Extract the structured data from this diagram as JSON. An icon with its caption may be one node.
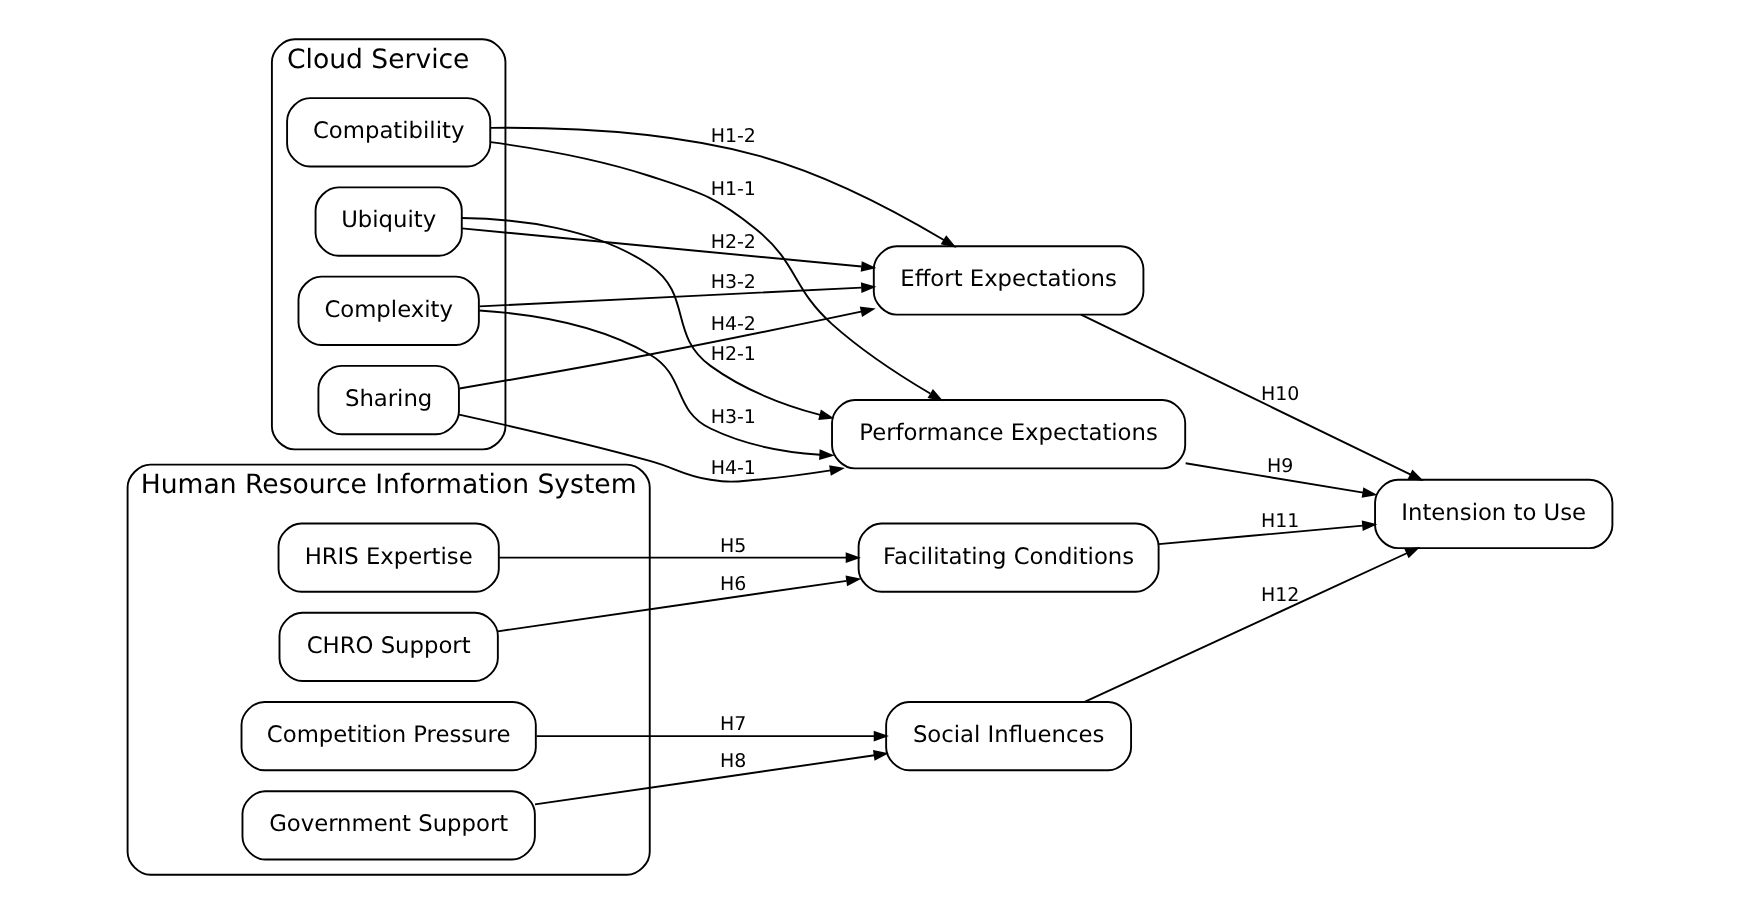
{
  "diagram": {
    "nodes": [
      {
        "text": [
          "Cloud Service"
        ]
      },
      {
        "text": [
          "Compatibility"
        ],
        "in": 0
      },
      {
        "text": [
          "Ubiquity"
        ],
        "in": 0
      },
      {
        "text": [
          "Complexity"
        ],
        "in": 0
      },
      {
        "text": [
          "Sharing"
        ],
        "in": 0
      },
      {
        "text": [
          "Human Resource Information System"
        ]
      },
      {
        "text": [
          "HRIS Expertise"
        ],
        "in": 5
      },
      {
        "text": [
          "CHRO Support"
        ],
        "in": 5
      },
      {
        "text": [
          "Competition Pressure"
        ],
        "in": 5
      },
      {
        "text": [
          "Government Support"
        ],
        "in": 5
      },
      {
        "text": [
          "Performance Expectations"
        ]
      },
      {
        "text": [
          "Effort Expectations"
        ]
      },
      {
        "text": [
          "Facilitating Conditions"
        ]
      },
      {
        "text": [
          "Social Influences"
        ]
      },
      {
        "text": [
          "Intension to Use"
        ]
      }
    ],
    "edges": [
      {
        "from": 1,
        "to": 10,
        "arrow": "to",
        "label": "H1-1"
      },
      {
        "from": 1,
        "to": 11,
        "arrow": "to",
        "label": "H1-2"
      },
      {
        "from": 2,
        "to": 10,
        "arrow": "to",
        "label": "H2-1"
      },
      {
        "from": 2,
        "to": 11,
        "arrow": "to",
        "label": "H2-2"
      },
      {
        "from": 3,
        "to": 10,
        "arrow": "to",
        "label": "H3-1"
      },
      {
        "from": 3,
        "to": 11,
        "arrow": "to",
        "label": "H3-2"
      },
      {
        "from": 4,
        "to": 10,
        "arrow": "to",
        "label": "H4-1"
      },
      {
        "from": 4,
        "to": 11,
        "arrow": "to",
        "label": "H4-2"
      },
      {
        "from": 6,
        "to": 12,
        "arrow": "to",
        "label": "H5"
      },
      {
        "from": 7,
        "to": 12,
        "arrow": "to",
        "label": "H6"
      },
      {
        "from": 8,
        "to": 13,
        "arrow": "to",
        "label": "H7"
      },
      {
        "from": 9,
        "to": 13,
        "arrow": "to",
        "label": "H8"
      },
      {
        "from": 10,
        "to": 14,
        "arrow": "to",
        "label": "H9"
      },
      {
        "from": 11,
        "to": 14,
        "arrow": "to",
        "label": "H10"
      },
      {
        "from": 12,
        "to": 14,
        "arrow": "to",
        "label": "H11"
      },
      {
        "from": 13,
        "to": 14,
        "arrow": "to",
        "label": "H12"
      }
    ]
  }
}
